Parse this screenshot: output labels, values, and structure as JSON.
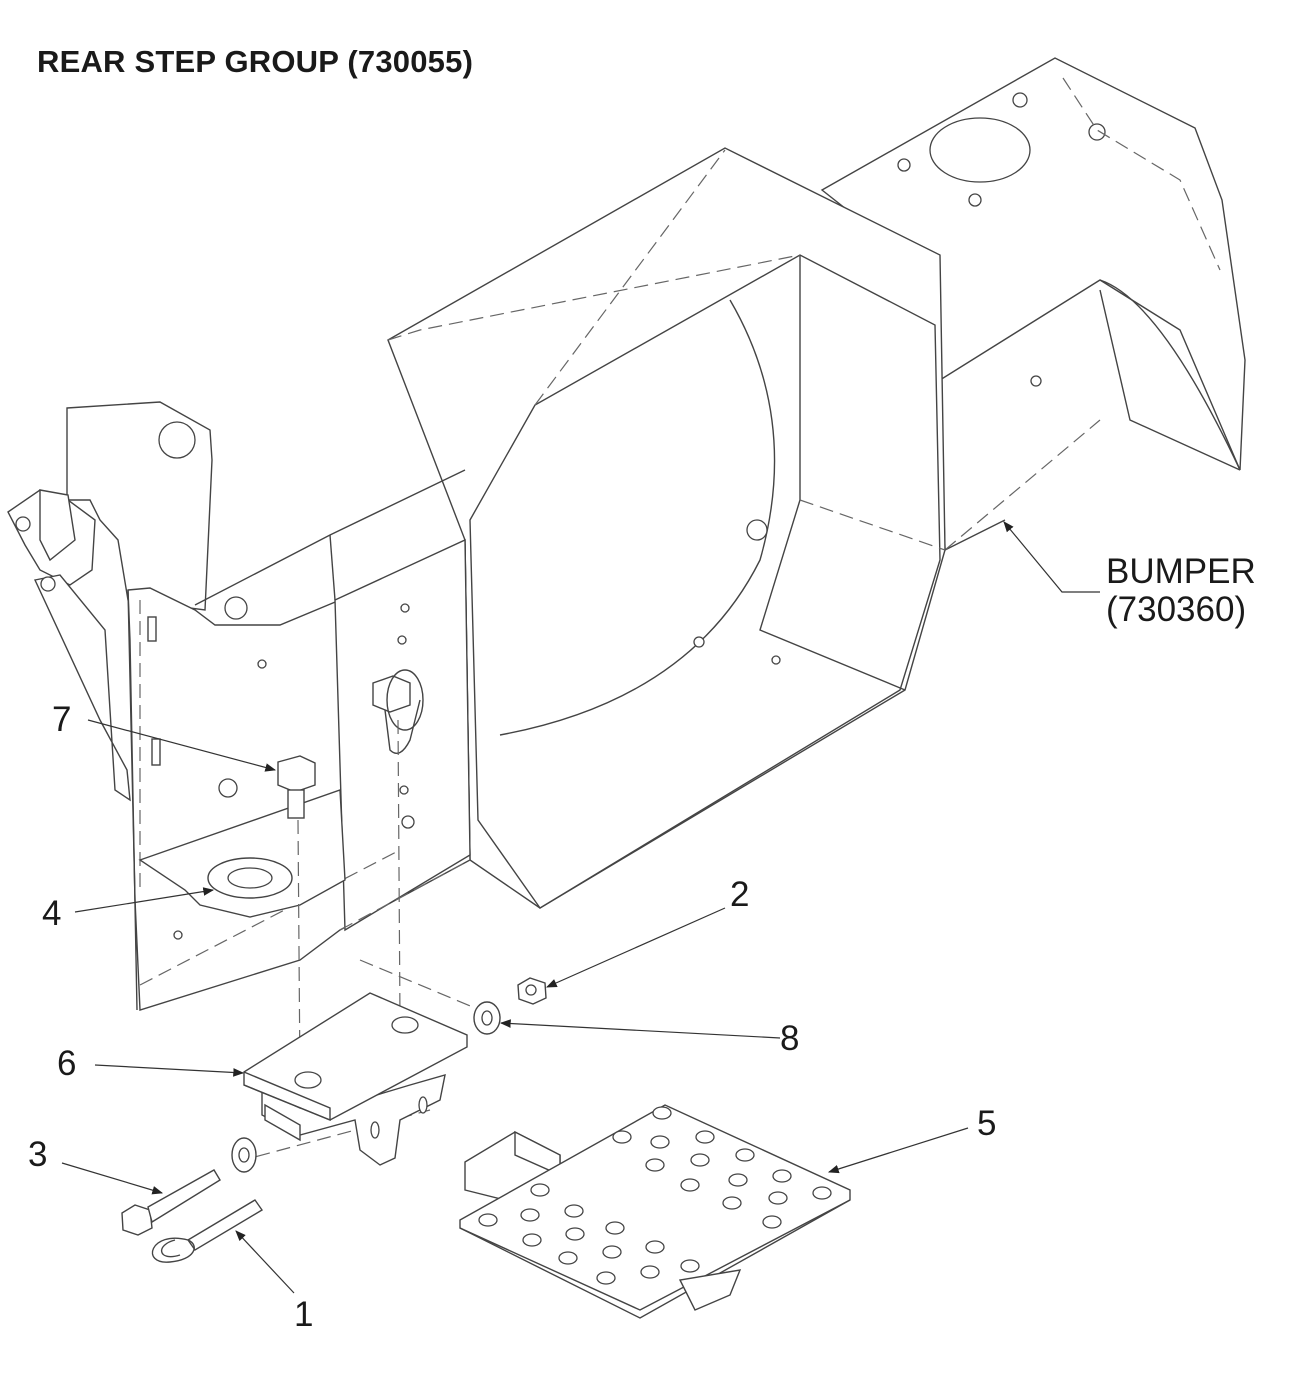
{
  "title": "REAR STEP GROUP (730055)",
  "bumper_label": {
    "line1": "BUMPER",
    "line2": "(730360)"
  },
  "callouts": [
    {
      "id": "1",
      "text": "1"
    },
    {
      "id": "2",
      "text": "2"
    },
    {
      "id": "3",
      "text": "3"
    },
    {
      "id": "4",
      "text": "4"
    },
    {
      "id": "5",
      "text": "5"
    },
    {
      "id": "6",
      "text": "6"
    },
    {
      "id": "7",
      "text": "7"
    },
    {
      "id": "8",
      "text": "8"
    }
  ],
  "colors": {
    "line": "#444444",
    "text": "#1a1a1a",
    "background": "#ffffff"
  }
}
